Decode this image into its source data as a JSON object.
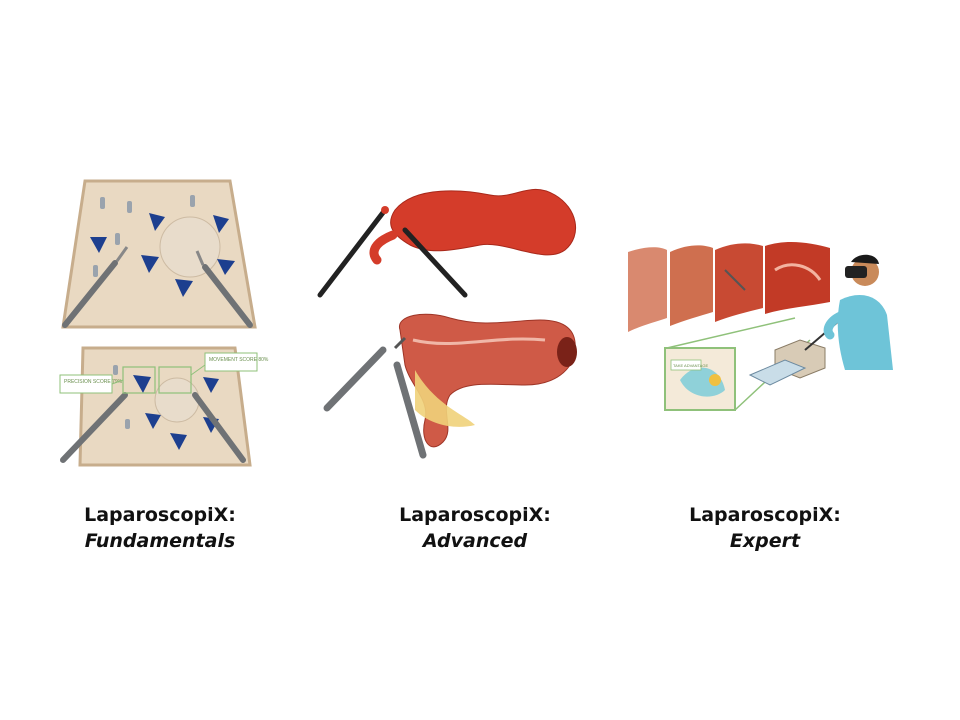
{
  "panels": [
    {
      "title": "LaparoscopiX:",
      "subtitle": "Fundamentals",
      "labels": [
        "PRECISION SCORE 79%",
        "MOVEMENT SCORE 80%"
      ]
    },
    {
      "title": "LaparoscopiX:",
      "subtitle": "Advanced"
    },
    {
      "title": "LaparoscopiX:",
      "subtitle": "Expert",
      "inset_label": "TAKE ADVANTAGE"
    }
  ],
  "colors": {
    "board": "#e9d9c2",
    "board_edge": "#c7ad8c",
    "peg_blue": "#1d3f8f",
    "tool_gray": "#6f7275",
    "organ_red": "#d43c2a",
    "intestine": "#cf5a47",
    "fat": "#f0d27a",
    "screen_red": "#c84a33",
    "inset_green": "#8fc17a",
    "scrubs": "#6ec4d8"
  }
}
